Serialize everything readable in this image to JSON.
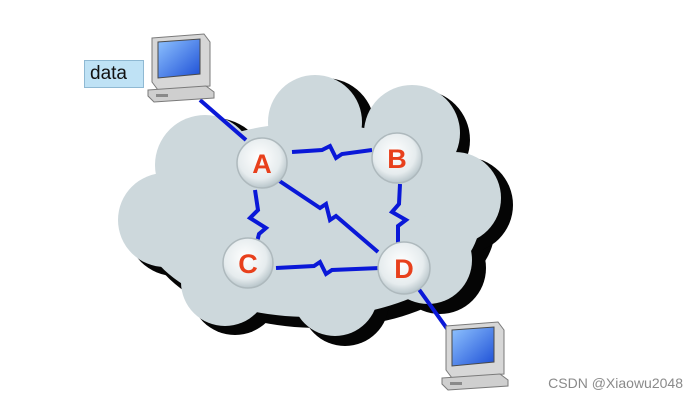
{
  "diagram": {
    "data_label": "data",
    "nodes": [
      {
        "id": "A",
        "label": "A"
      },
      {
        "id": "B",
        "label": "B"
      },
      {
        "id": "C",
        "label": "C"
      },
      {
        "id": "D",
        "label": "D"
      }
    ],
    "links": [
      {
        "from": "A",
        "to": "B",
        "style": "zigzag"
      },
      {
        "from": "A",
        "to": "C",
        "style": "zigzag"
      },
      {
        "from": "B",
        "to": "D",
        "style": "zigzag"
      },
      {
        "from": "C",
        "to": "D",
        "style": "zigzag"
      },
      {
        "from": "A",
        "to": "D",
        "style": "zigzag"
      },
      {
        "from": "source-computer",
        "to": "A",
        "style": "straight"
      },
      {
        "from": "D",
        "to": "destination-computer",
        "style": "straight"
      }
    ],
    "colors": {
      "link": "#0a18d8",
      "node_label": "#e8401c",
      "cloud": "#cdd8dc",
      "cloud_shadow": "#050505"
    },
    "icons": [
      "computer-icon",
      "computer-icon"
    ]
  },
  "watermark": "CSDN @Xiaowu2048"
}
